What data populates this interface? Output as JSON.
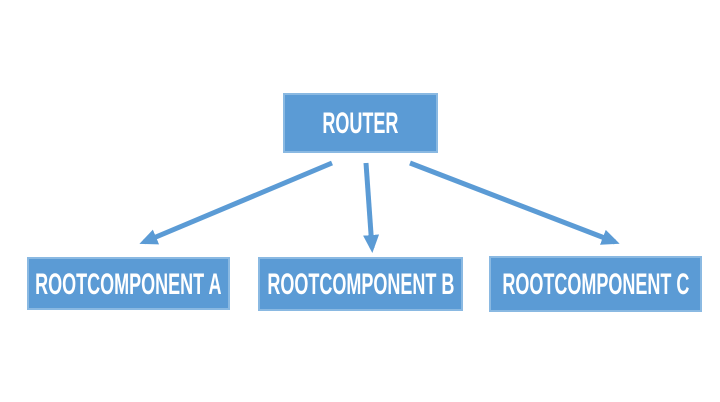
{
  "diagram": {
    "type": "flowchart",
    "background_color": "#ffffff",
    "node_fill_color": "#5b9bd5",
    "node_border_color": "#8ab9e2",
    "node_text_color": "#ffffff",
    "arrow_color": "#5b9bd5",
    "nodes": [
      {
        "id": "router",
        "label": "ROUTER"
      },
      {
        "id": "rootcomponent-a",
        "label": "ROOTCOMPONENT A"
      },
      {
        "id": "rootcomponent-b",
        "label": "ROOTCOMPONENT B"
      },
      {
        "id": "rootcomponent-c",
        "label": "ROOTCOMPONENT C"
      }
    ],
    "edges": [
      {
        "from": "router",
        "to": "rootcomponent-a"
      },
      {
        "from": "router",
        "to": "rootcomponent-b"
      },
      {
        "from": "router",
        "to": "rootcomponent-c"
      }
    ]
  }
}
